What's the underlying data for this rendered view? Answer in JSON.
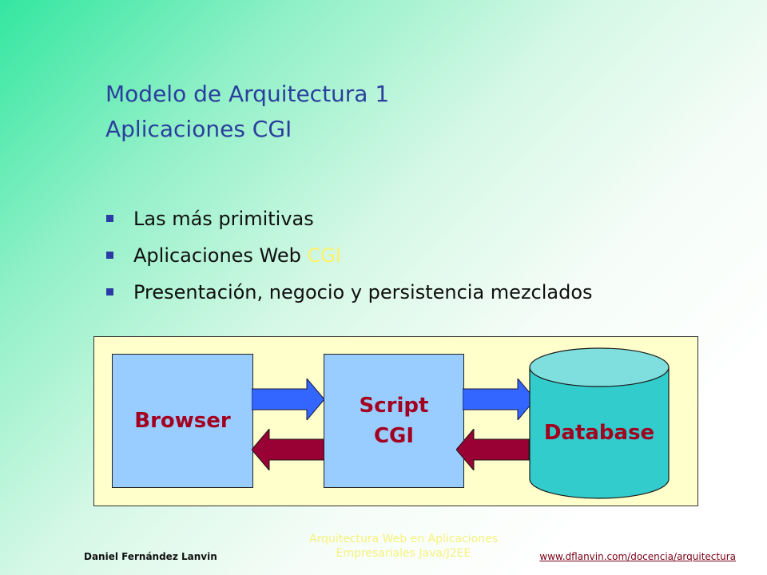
{
  "slide": {
    "title_line1": "Modelo de Arquitectura 1",
    "title_line2": "Aplicaciones CGI"
  },
  "bullets": [
    {
      "text": "Las más primitivas"
    },
    {
      "text": "Aplicaciones Web ",
      "highlight": "CGI"
    },
    {
      "text": "Presentación, negocio y persistencia mezclados"
    }
  ],
  "diagram": {
    "browser_label": "Browser",
    "script_label_line1": "Script",
    "script_label_line2": "CGI",
    "database_label": "Database"
  },
  "footer": {
    "author": "Daniel Fernández Lanvin",
    "center_line1": "Arquitectura Web en Aplicaciones",
    "center_line2": "Empresariales Java/J2EE",
    "url": "www.dflanvin.com/docencia/arquitectura"
  },
  "colors": {
    "title": "#2b3e9e",
    "bullet_marker": "#2c3aa8",
    "highlight": "#fff06a",
    "diagram_bg": "#ffffcc",
    "box_fill": "#99ccff",
    "label_red": "#a3001f",
    "arrow_forward": "#3366ff",
    "arrow_back": "#990033",
    "cylinder": "#33cccc"
  }
}
